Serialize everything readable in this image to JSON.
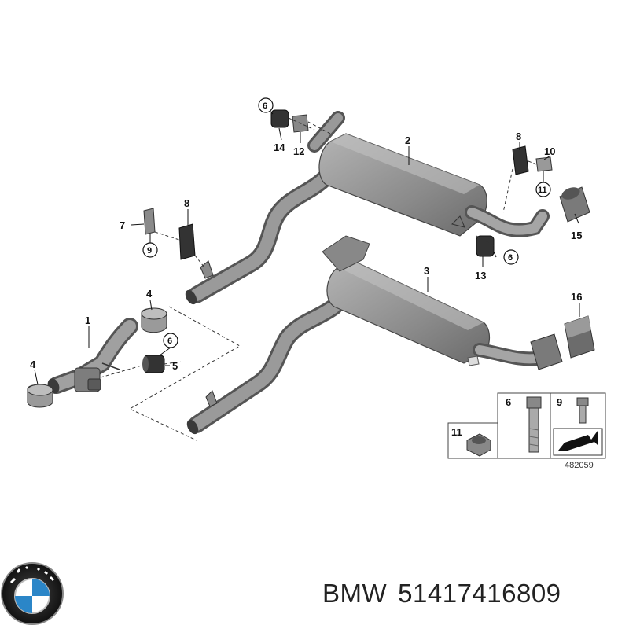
{
  "diagram": {
    "callouts": {
      "c1": "1",
      "c2": "2",
      "c3": "3",
      "c4a": "4",
      "c4b": "4",
      "c5": "5",
      "c6a": "6",
      "c6b": "6",
      "c6c": "6",
      "c7": "7",
      "c8a": "8",
      "c8b": "8",
      "c9": "9",
      "c10": "10",
      "c11": "11",
      "c12": "12",
      "c13": "13",
      "c14": "14",
      "c15": "15",
      "c16": "16"
    },
    "legend": {
      "n11": "11",
      "n6": "6",
      "n9": "9"
    },
    "drawing_number": "482059"
  },
  "footer": {
    "brand": "BMW",
    "part_number": "51417416809"
  },
  "colors": {
    "part_fill": "#8f8f8f",
    "part_dark": "#5f5f5f",
    "part_light": "#b8b8b8",
    "line": "#222222",
    "logo_blue": "#2b86c8"
  }
}
